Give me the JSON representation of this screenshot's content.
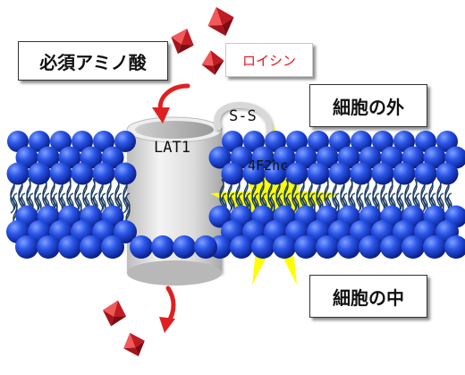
{
  "labels": {
    "essential_amino_acid": "必須アミノ酸",
    "leucine": "ロイシン",
    "outside_cell": "細胞の外",
    "inside_cell": "細胞の中",
    "disulfide": "S-S",
    "lat1": "LAT1",
    "heavy_chain": "4F2hc"
  },
  "colors": {
    "lipid_head": "#1a3fd6",
    "lipid_tail": "#1f3f66",
    "amino_acid": "#d81f2a",
    "arrow": "#e02020",
    "star": "#ffff00",
    "transporter": "#e6e6e6",
    "leucine_text": "#e8141b"
  },
  "icons": {
    "amino_acid_molecule": "red-octahedron-icon",
    "transport_arrow": "curved-arrow-icon"
  }
}
